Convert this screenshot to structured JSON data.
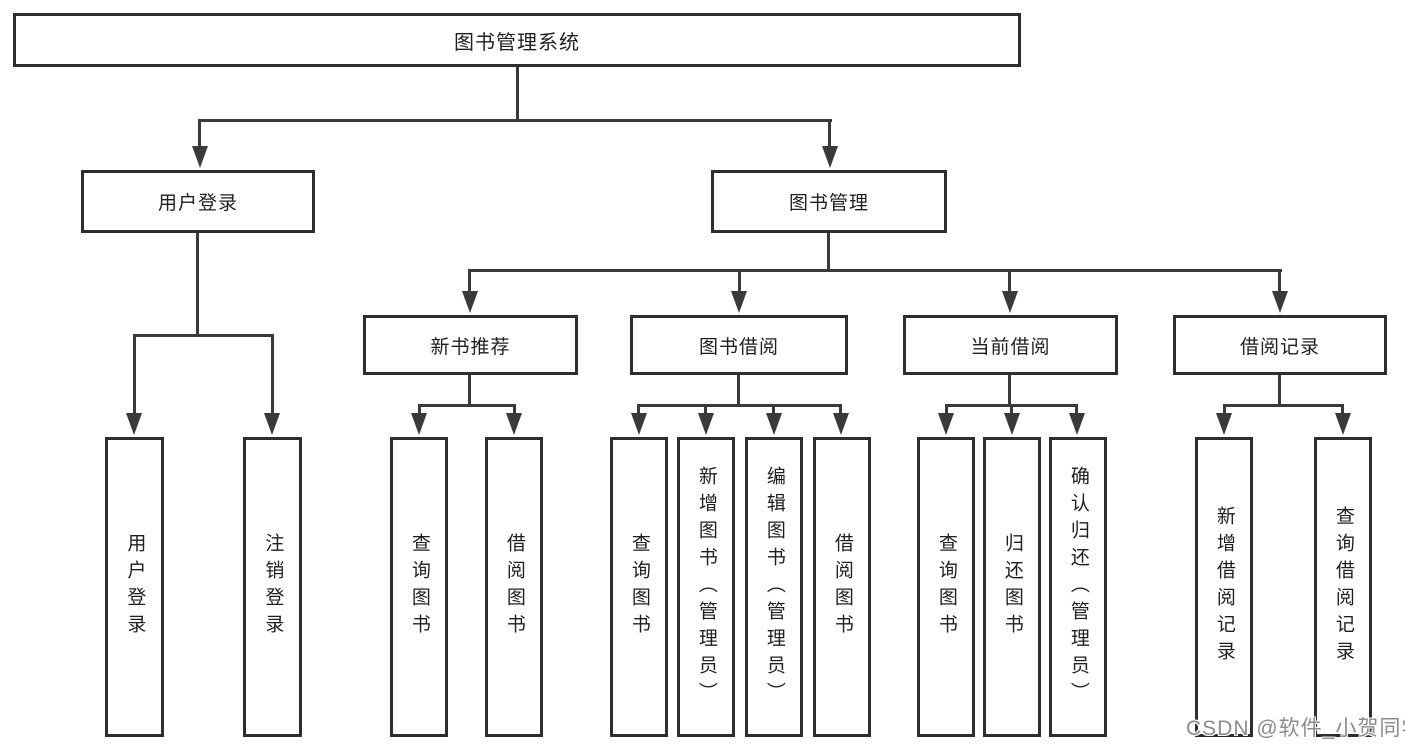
{
  "diagram": {
    "root": {
      "label": "图书管理系统"
    },
    "user_login": {
      "label": "用户登录",
      "children": [
        {
          "label": "用户登录"
        },
        {
          "label": "注销登录"
        }
      ]
    },
    "book_mgmt": {
      "label": "图书管理",
      "groups": [
        {
          "label": "新书推荐",
          "children": [
            {
              "label": "查询图书"
            },
            {
              "label": "借阅图书"
            }
          ]
        },
        {
          "label": "图书借阅",
          "children": [
            {
              "label": "查询图书"
            },
            {
              "label": "新增图书（管理员）"
            },
            {
              "label": "编辑图书（管理员）"
            },
            {
              "label": "借阅图书"
            }
          ]
        },
        {
          "label": "当前借阅",
          "children": [
            {
              "label": "查询图书"
            },
            {
              "label": "归还图书"
            },
            {
              "label": "确认归还（管理员）"
            }
          ]
        },
        {
          "label": "借阅记录",
          "children": [
            {
              "label": "新增借阅记录"
            },
            {
              "label": "查询借阅记录"
            }
          ]
        }
      ]
    }
  },
  "watermark": {
    "text": "CSDN @软件_小贺同学"
  },
  "colors": {
    "background": "#ffffff",
    "line": "#3a3a3a",
    "border": "#2e2e2e",
    "text": "#1f1f1f",
    "watermark": "#8c8c8c"
  }
}
